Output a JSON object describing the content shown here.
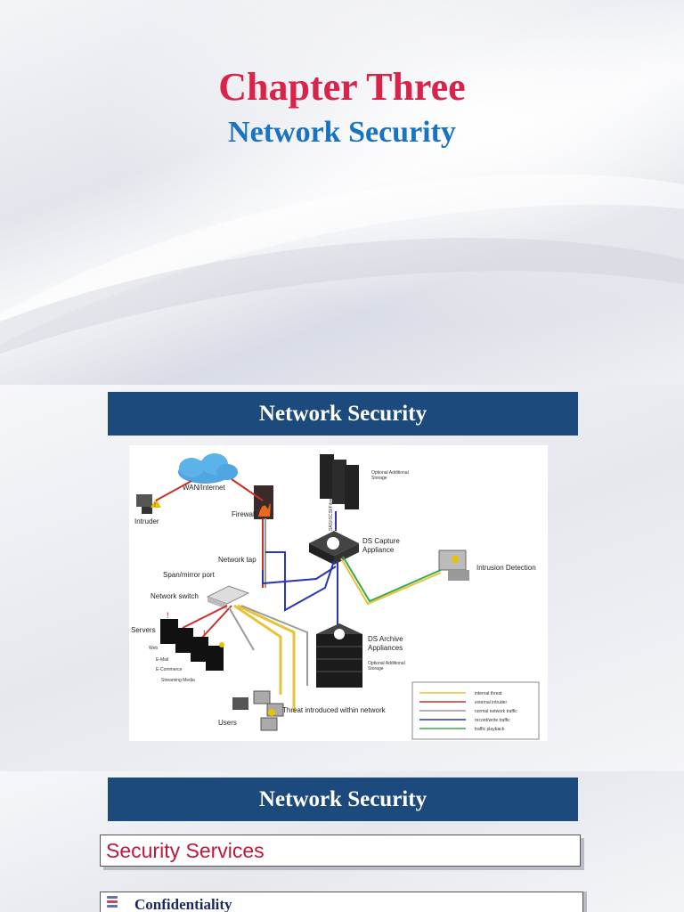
{
  "slide1": {
    "title": "Chapter Three",
    "subtitle": "Network Security"
  },
  "slide2": {
    "banner": "Network Security",
    "diagram": {
      "labels": {
        "wan": "WAN/Internet",
        "intruder": "Intruder",
        "firewall": "Firewall",
        "network_tap": "Network tap",
        "span_port": "Span/mirror port",
        "network_switch": "Network switch",
        "servers": "Servers",
        "web": "Web",
        "email": "E-Mail",
        "ecommerce": "E-Commerce",
        "streaming": "Streaming Media",
        "users": "Users",
        "threat": "Threat introduced within network",
        "optional_storage_1": "Optional Additional",
        "optional_storage_2": "Storage",
        "sas": "SAS/iSCSI/Fibre",
        "ds_capture_1": "DS Capture",
        "ds_capture_2": "Appliance",
        "intrusion": "Intrusion Detection",
        "ds_archive_1": "DS Archive",
        "ds_archive_2": "Appliances",
        "archive_storage_1": "Optional Additional",
        "archive_storage_2": "Storage"
      },
      "legend": [
        {
          "label": "internal threat",
          "color": "#e7c33a"
        },
        {
          "label": "external intruder",
          "color": "#c9302c"
        },
        {
          "label": "normal network traffic",
          "color": "#9a9a9a"
        },
        {
          "label": "record/write traffic",
          "color": "#2b35b8"
        },
        {
          "label": "traffic playback",
          "color": "#3aa64a"
        }
      ]
    }
  },
  "slide3": {
    "banner": "Network Security",
    "services_title": "Security Services",
    "first_item": "Confidentiality",
    "bullet_colors": [
      "#6b6fa8",
      "#c44a5a",
      "#6b6fa8"
    ]
  }
}
